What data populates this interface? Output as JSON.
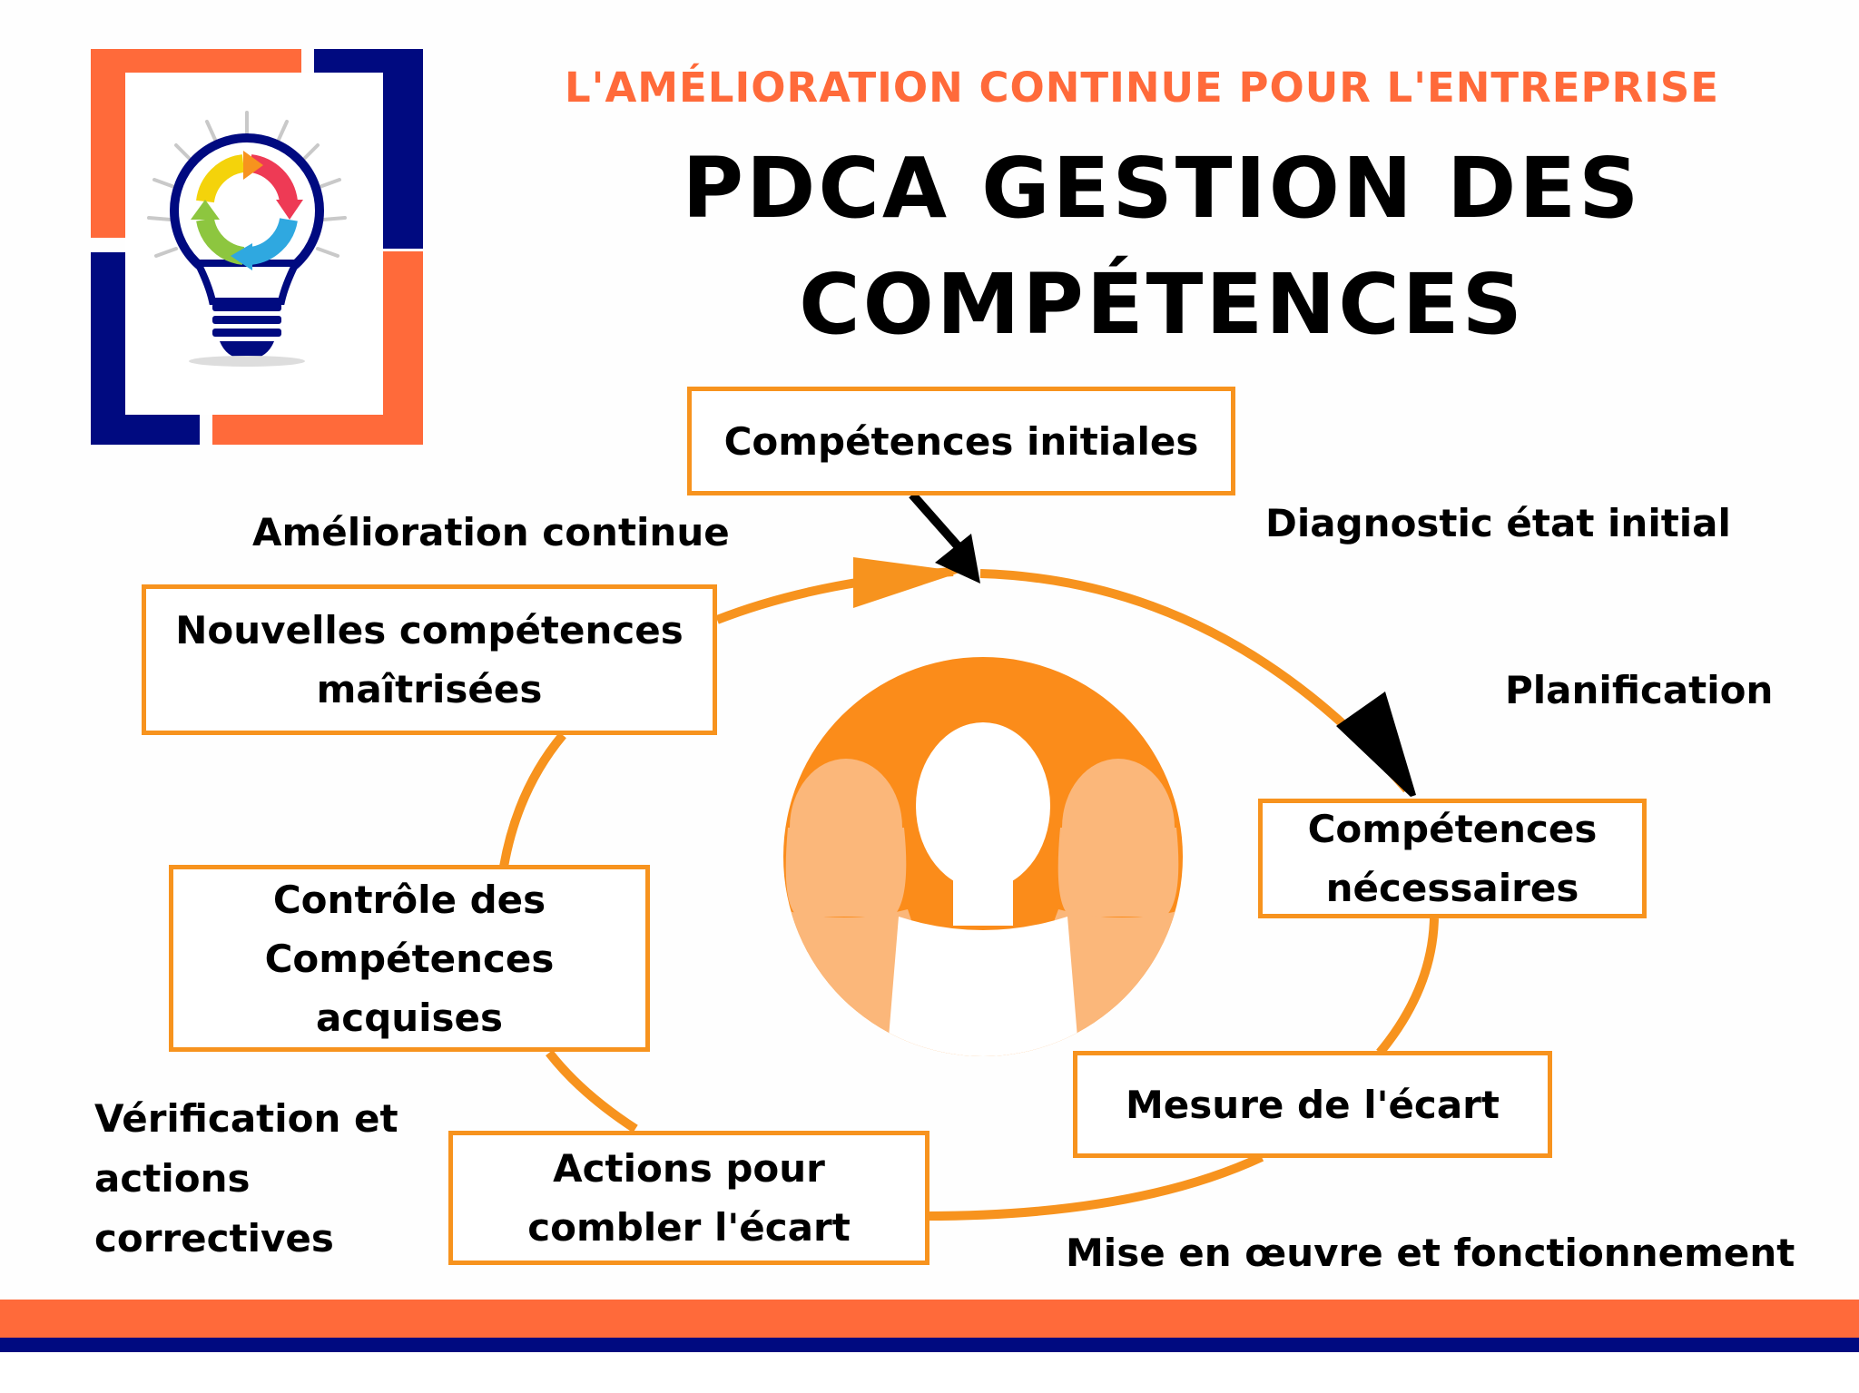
{
  "header": {
    "subtitle": "L'AMÉLIORATION CONTINUE POUR L'ENTREPRISE",
    "title_line1": "PDCA GESTION DES",
    "title_line2": "COMPÉTENCES"
  },
  "boxes": {
    "initial": "Compétences initiales",
    "needed_1": "Compétences",
    "needed_2": "nécessaires",
    "gap": "Mesure de l'écart",
    "actions_1": "Actions pour",
    "actions_2": "combler l'écart",
    "control_1": "Contrôle des",
    "control_2": "Compétences",
    "control_3": "acquises",
    "mastered_1": "Nouvelles compétences",
    "mastered_2": "maîtrisées"
  },
  "phases": {
    "improvement": "Amélioration continue",
    "diagnostic": "Diagnostic état initial",
    "planning": "Planification",
    "check_1": "Vérification et",
    "check_2": "actions",
    "check_3": "correctives",
    "do": "Mise en œuvre et fonctionnement"
  },
  "colors": {
    "orange": "#f7931e",
    "accent_orange": "#ff6a3a",
    "navy": "#000a80",
    "figure_orange": "#fb8c1a",
    "figure_light": "#fbb77a"
  },
  "icons": {
    "logo": "lightbulb-cycle-icon",
    "center": "people-group-icon"
  }
}
